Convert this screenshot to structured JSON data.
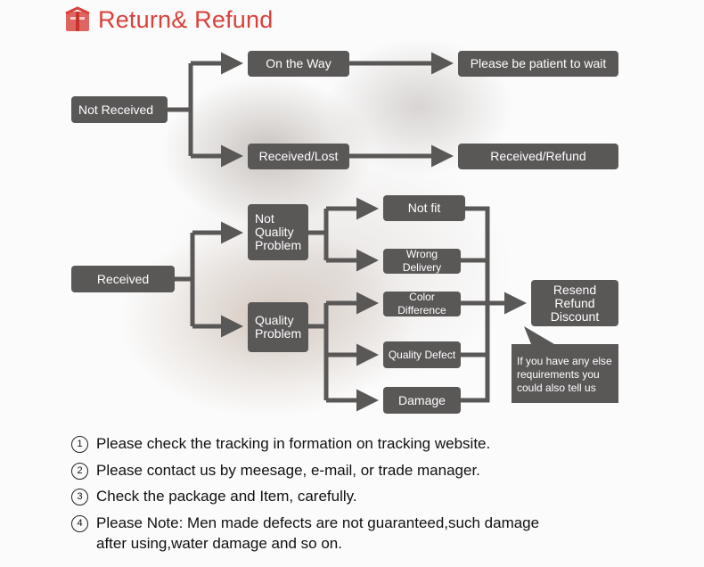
{
  "header": {
    "title": "Return& Refund",
    "icon": "box-icon",
    "accent": "#d9413b"
  },
  "flow": {
    "not_received": "Not Received",
    "on_the_way": "On the Way",
    "be_patient": "Please be patient to wait",
    "received_lost": "Received/Lost",
    "received_refund": "Received/Refund",
    "received": "Received",
    "not_quality_problem": "Not\nQuality\nProblem",
    "quality_problem": "Quality\nProblem",
    "not_fit": "Not fit",
    "wrong_delivery": "Wrong Delivery",
    "color_difference": "Color Difference",
    "quality_defect": "Quality Defect",
    "damage": "Damage",
    "resolution": "Resend\nRefund\nDiscount",
    "callout": "If you have any else\nrequirements you\ncould also tell us",
    "box_color": "#5a5757"
  },
  "notes": [
    {
      "num": "1",
      "text": "Please check the tracking in formation on tracking website."
    },
    {
      "num": "2",
      "text": "Please contact us by meesage, e-mail, or trade manager."
    },
    {
      "num": "3",
      "text": "Check the package and Item, carefully."
    },
    {
      "num": "4",
      "text": "Please Note: Men made defects  are not guaranteed,such damage\nafter using,water damage and so on."
    }
  ]
}
